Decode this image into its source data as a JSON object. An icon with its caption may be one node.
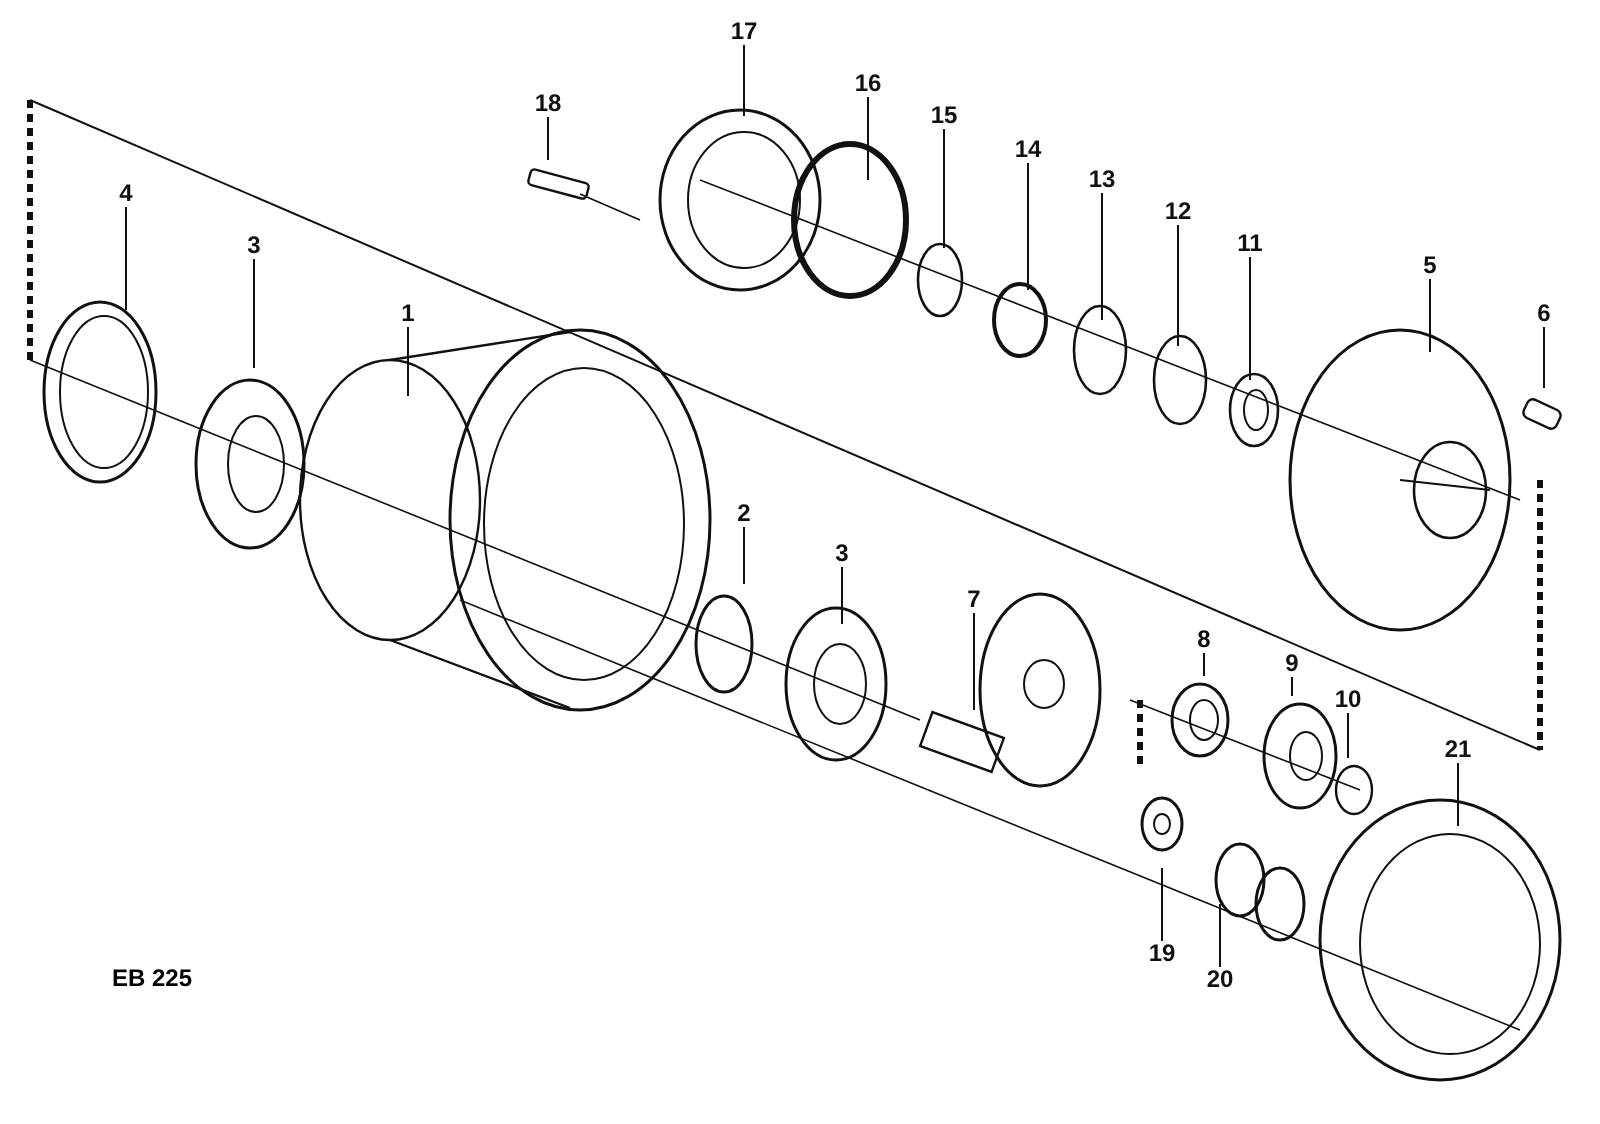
{
  "diagram": {
    "nodes": [
      {
        "text": [
          "17"
        ]
      },
      {
        "text": [
          "18"
        ]
      },
      {
        "text": [
          "16"
        ]
      },
      {
        "text": [
          "15"
        ]
      },
      {
        "text": [
          "14"
        ]
      },
      {
        "text": [
          "13"
        ]
      },
      {
        "text": [
          "12"
        ]
      },
      {
        "text": [
          "11"
        ]
      },
      {
        "text": [
          "4"
        ]
      },
      {
        "text": [
          "5"
        ]
      },
      {
        "text": [
          "3"
        ]
      },
      {
        "text": [
          "6"
        ]
      },
      {
        "text": [
          "1"
        ]
      },
      {
        "text": [
          "2"
        ]
      },
      {
        "text": [
          "3"
        ]
      },
      {
        "text": [
          "7"
        ]
      },
      {
        "text": [
          "8"
        ]
      },
      {
        "text": [
          "9"
        ]
      },
      {
        "text": [
          "10"
        ]
      },
      {
        "text": [
          "21"
        ]
      },
      {
        "text": [
          "19"
        ]
      },
      {
        "text": [
          "20"
        ]
      }
    ],
    "edges": [
      {
        "from": 0,
        "to": null,
        "arrow": "none"
      },
      {
        "from": 1,
        "to": null,
        "arrow": "none"
      },
      {
        "from": 2,
        "to": null,
        "arrow": "none"
      },
      {
        "from": 3,
        "to": null,
        "arrow": "none"
      },
      {
        "from": 4,
        "to": null,
        "arrow": "none"
      },
      {
        "from": 5,
        "to": null,
        "arrow": "none"
      },
      {
        "from": 6,
        "to": null,
        "arrow": "none"
      },
      {
        "from": 7,
        "to": null,
        "arrow": "none"
      },
      {
        "from": 8,
        "to": null,
        "arrow": "none"
      },
      {
        "from": 9,
        "to": null,
        "arrow": "none"
      },
      {
        "from": 10,
        "to": null,
        "arrow": "none"
      },
      {
        "from": 11,
        "to": null,
        "arrow": "none"
      },
      {
        "from": 12,
        "to": null,
        "arrow": "none"
      },
      {
        "from": 13,
        "to": null,
        "arrow": "none"
      },
      {
        "from": 14,
        "to": null,
        "arrow": "none"
      },
      {
        "from": 15,
        "to": null,
        "arrow": "none"
      },
      {
        "from": 16,
        "to": null,
        "arrow": "none"
      },
      {
        "from": 17,
        "to": null,
        "arrow": "none"
      },
      {
        "from": 18,
        "to": null,
        "arrow": "none"
      },
      {
        "from": 19,
        "to": null,
        "arrow": "none"
      },
      {
        "from": 20,
        "to": null,
        "arrow": "none"
      },
      {
        "from": 21,
        "to": null,
        "arrow": "none"
      }
    ],
    "labels": [
      "EB 225"
    ]
  }
}
